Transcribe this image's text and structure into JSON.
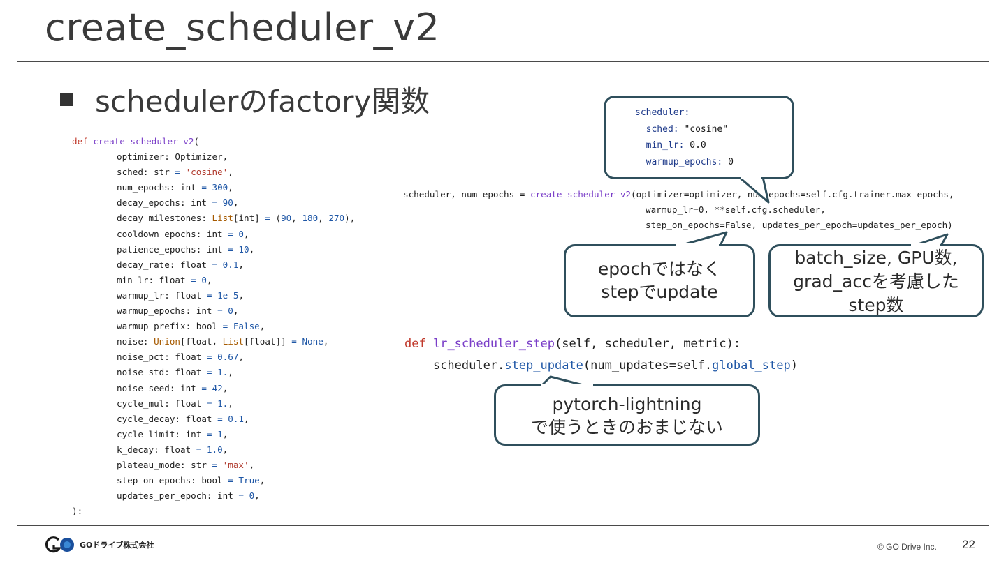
{
  "slide": {
    "title": "create_scheduler_v2",
    "bullet": "schedulerのfactory関数"
  },
  "code_left": {
    "signature_def": "def",
    "signature_name": "create_scheduler_v2",
    "signature_paren": "(",
    "params": [
      "optimizer: Optimizer,",
      "sched: str = 'cosine',",
      "num_epochs: int = 300,",
      "decay_epochs: int = 90,",
      "decay_milestones: List[int] = (90, 180, 270),",
      "cooldown_epochs: int = 0,",
      "patience_epochs: int = 10,",
      "decay_rate: float = 0.1,",
      "min_lr: float = 0,",
      "warmup_lr: float = 1e-5,",
      "warmup_epochs: int = 0,",
      "warmup_prefix: bool = False,",
      "noise: Union[float, List[float]] = None,",
      "noise_pct: float = 0.67,",
      "noise_std: float = 1.,",
      "noise_seed: int = 42,",
      "cycle_mul: float = 1.,",
      "cycle_decay: float = 0.1,",
      "cycle_limit: int = 1,",
      "k_decay: float = 1.0,",
      "plateau_mode: str = 'max',",
      "step_on_epochs: bool = True,",
      "updates_per_epoch: int = 0,"
    ],
    "closing": "):"
  },
  "code_call": {
    "line1_prefix": "scheduler, num_epochs = ",
    "line1_fn": "create_scheduler_v2",
    "line1_rest": "(optimizer=optimizer, num_epochs=self.cfg.trainer.max_epochs,",
    "line2": "warmup_lr=0, **self.cfg.scheduler,",
    "line3": "step_on_epochs=False, updates_per_epoch=updates_per_epoch)"
  },
  "code_step": {
    "def": "def",
    "fn": "lr_scheduler_step",
    "args": "(self, scheduler, metric):",
    "body_obj": "scheduler.",
    "body_method": "step_update",
    "body_args_a": "(num_updates=self.",
    "body_attr": "global_step",
    "body_args_b": ")"
  },
  "callouts": {
    "yaml": {
      "root": "scheduler:",
      "k1": "sched",
      "v1": "\"cosine\"",
      "k2": "min_lr",
      "v2": "0.0",
      "k3": "warmup_epochs",
      "v3": "0"
    },
    "epoch_line1": "epochではなく",
    "epoch_line2": "stepでupdate",
    "batch_line1": "batch_size, GPU数,",
    "batch_line2": "grad_accを考慮した",
    "batch_line3": "step数",
    "lightning_line1": "pytorch-lightning",
    "lightning_line2": "で使うときのおまじない"
  },
  "footer": {
    "company": "GOドライブ株式会社",
    "copyright": "© GO Drive Inc.",
    "page_number": "22"
  },
  "colors": {
    "bubble_border": "#2f4f5c",
    "keyword": "#c0392b",
    "function": "#7a3ec8",
    "number": "#1f57a6"
  }
}
